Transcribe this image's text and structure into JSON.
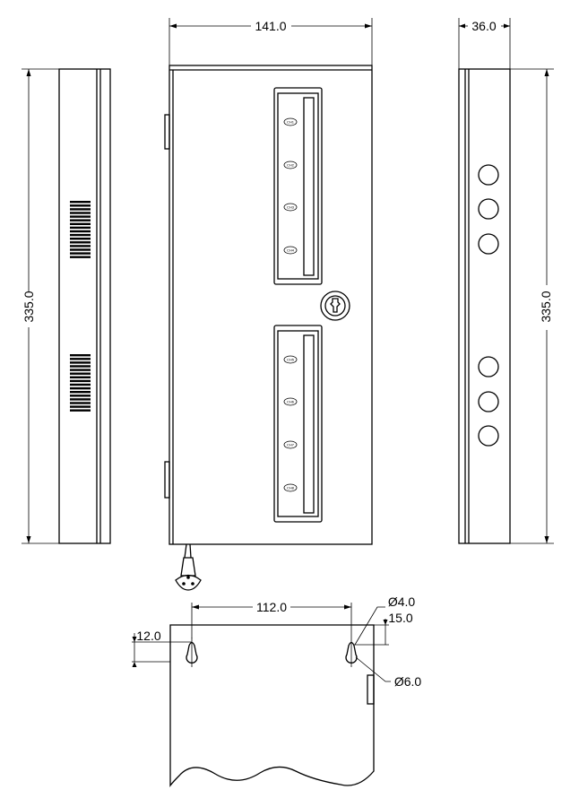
{
  "dimensions": {
    "front_width": "141.0",
    "side_depth": "36.0",
    "height_left": "335.0",
    "height_right": "335.0",
    "mount_hole_spacing": "112.0",
    "mount_edge_offset": "12.0",
    "mount_top_offset": "15.0",
    "small_hole_diameter": "Ø4.0",
    "large_hole_diameter": "Ø6.0"
  },
  "channels": {
    "upper": [
      "CH1",
      "CH2",
      "CH3",
      "CH4"
    ],
    "lower": [
      "CH5",
      "CH6",
      "CH7",
      "CH8"
    ]
  }
}
